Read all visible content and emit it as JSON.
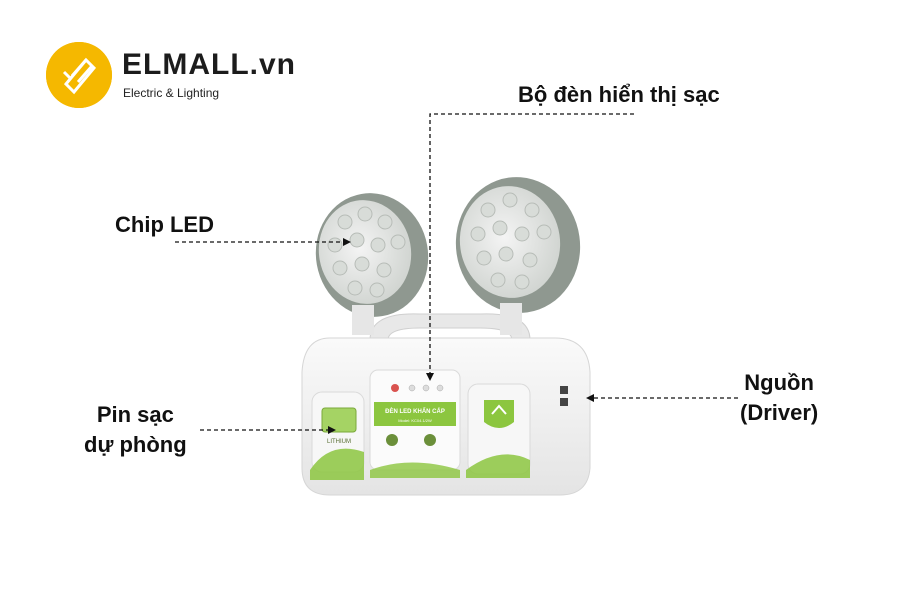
{
  "brand": {
    "name": "ELMALL.vn",
    "tagline": "Electric & Lighting",
    "icon": "elmall-logo-icon",
    "accent": "#f5b800"
  },
  "product": {
    "panel_title": "ĐÈN LED KHẨN CẤP",
    "panel_model": "Model: KC04.1/2W",
    "battery_label": "LITHIUM",
    "colors": {
      "body": "#f2f2f2",
      "accent_green": "#8cc63f",
      "head_gray": "#9aa39b"
    }
  },
  "callouts": {
    "chip_led": "Chip LED",
    "charge_display": "Bộ đèn hiển thị sạc",
    "battery": [
      "Pin sạc",
      "dự phòng"
    ],
    "driver": [
      "Nguồn",
      "(Driver)"
    ]
  }
}
